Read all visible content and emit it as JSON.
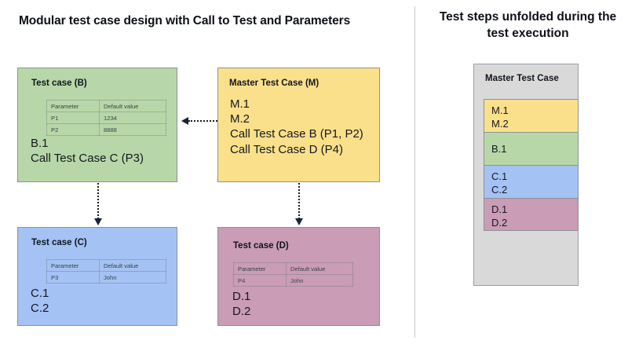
{
  "titles": {
    "left": "Modular test case design with Call to Test and Parameters",
    "right": "Test steps unfolded during the test execution"
  },
  "colors": {
    "green": "#b7d7a8",
    "yellow": "#fbe08b",
    "blue": "#a4c2f4",
    "mauve": "#ca9cb6",
    "panel_gray": "#d9d9d9",
    "box_border": "#8d9199",
    "divider": "#c9c9c9",
    "arrow": "#16243a"
  },
  "table_headers": {
    "parameter": "Parameter",
    "default_value": "Default value"
  },
  "boxes": {
    "b": {
      "title": "Test case (B)",
      "params": [
        {
          "name": "P1",
          "value": "1234"
        },
        {
          "name": "P2",
          "value": "8888"
        }
      ],
      "steps": "B.1\nCall Test Case C (P3)"
    },
    "m": {
      "title": "Master Test Case (M)",
      "steps": "M.1\nM.2\nCall Test Case B (P1, P2)\nCall Test Case D (P4)"
    },
    "c": {
      "title": "Test case (C)",
      "params": [
        {
          "name": "P3",
          "value": "John"
        }
      ],
      "steps": "C.1\nC.2"
    },
    "d": {
      "title": "Test case (D)",
      "params": [
        {
          "name": "P4",
          "value": "John"
        }
      ],
      "steps": "D.1\nD.2"
    }
  },
  "execution_panel": {
    "title": "Master Test Case",
    "blocks": [
      {
        "source": "M",
        "steps": "M.1\nM.2",
        "color": "#fbe08b"
      },
      {
        "source": "B",
        "steps": "B.1",
        "color": "#b7d7a8"
      },
      {
        "source": "C",
        "steps": "C.1\nC.2",
        "color": "#a4c2f4"
      },
      {
        "source": "D",
        "steps": "D.1\nD.2",
        "color": "#ca9cb6"
      }
    ]
  },
  "connectors": [
    {
      "id": "m-to-b",
      "from": "Master Test Case (M)",
      "to": "Test case (B)",
      "style": "dotted",
      "direction": "left"
    },
    {
      "id": "b-to-c",
      "from": "Test case (B)",
      "to": "Test case (C)",
      "style": "dotted",
      "direction": "down"
    },
    {
      "id": "m-to-d",
      "from": "Master Test Case (M)",
      "to": "Test case (D)",
      "style": "dotted",
      "direction": "down"
    }
  ]
}
